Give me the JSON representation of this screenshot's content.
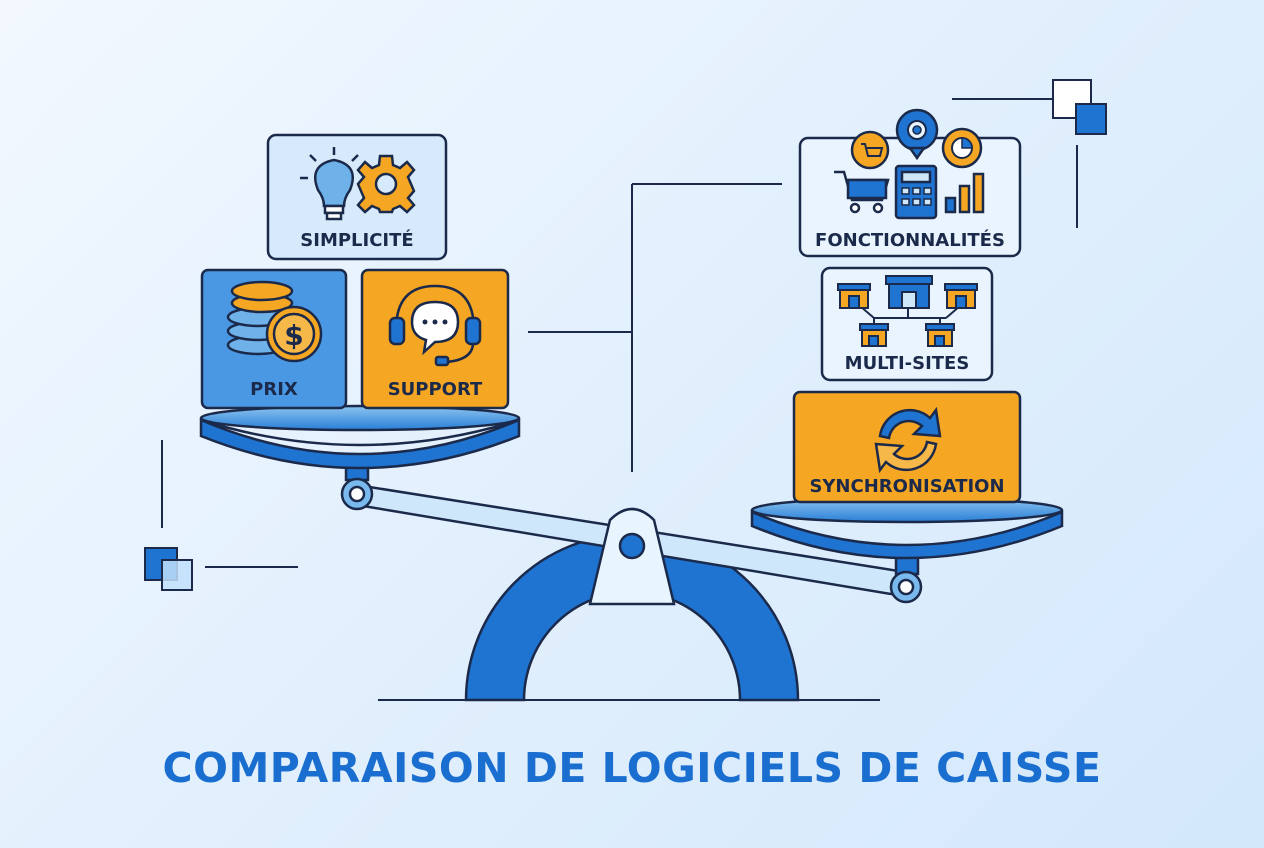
{
  "title": "COMPARAISON DE LOGICIELS DE CAISSE",
  "left_pan": {
    "items": [
      {
        "label": "SIMPLICITÉ",
        "icons": [
          "lightbulb-icon",
          "gear-icon"
        ]
      },
      {
        "label": "PRIX",
        "icons": [
          "coins-stack-icon",
          "dollar-coin-icon"
        ]
      },
      {
        "label": "SUPPORT",
        "icons": [
          "headset-chat-icon"
        ]
      }
    ]
  },
  "right_pan": {
    "items": [
      {
        "label": "FONCTIONNALITÉS",
        "icons": [
          "shopping-cart-icon",
          "calculator-icon",
          "bar-chart-icon",
          "cart-bubble-icon",
          "gear-bubble-icon",
          "pie-chart-bubble-icon"
        ]
      },
      {
        "label": "MULTI-SITES",
        "icons": [
          "store-network-icon"
        ]
      },
      {
        "label": "SYNCHRONISATION",
        "icons": [
          "sync-arrows-icon"
        ]
      }
    ]
  },
  "colors": {
    "primary_blue": "#1f73d1",
    "light_blue": "#6fb2ea",
    "orange": "#f5a623",
    "outline": "#1b2a4a",
    "title_blue": "#1a6ecf"
  }
}
